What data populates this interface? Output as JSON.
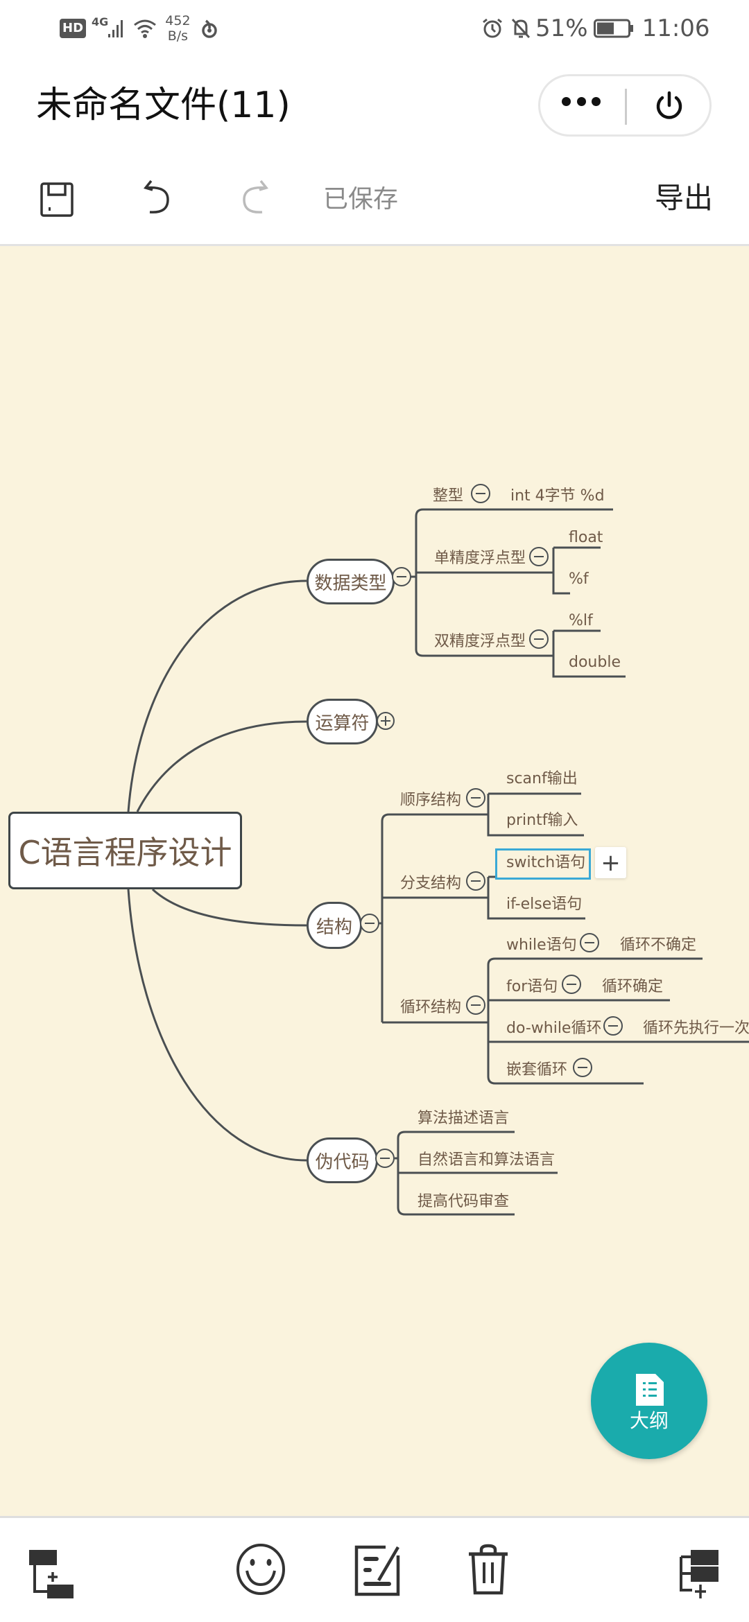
{
  "status_bar": {
    "hd": "HD",
    "network": "4G",
    "speed_value": "452",
    "speed_unit": "B/s",
    "battery": "51%",
    "time": "11:06"
  },
  "title_bar": {
    "title": "未命名文件(11)",
    "more_icon": "more-dots-icon",
    "power_icon": "power-icon"
  },
  "toolbar": {
    "save_icon": "save-icon",
    "undo_icon": "undo-icon",
    "redo_icon": "redo-icon",
    "status": "已保存",
    "export_label": "导出"
  },
  "mindmap": {
    "root": "C语言程序设计",
    "branches": {
      "data_types": {
        "label": "数据类型",
        "int": {
          "label": "整型",
          "note": "int  4字节 %d"
        },
        "float": {
          "label": "单精度浮点型",
          "children": [
            "float",
            "%f"
          ]
        },
        "double": {
          "label": "双精度浮点型",
          "children": [
            "%lf",
            "double"
          ]
        }
      },
      "operators": {
        "label": "运算符",
        "collapsed": true
      },
      "structure": {
        "label": "结构",
        "sequential": {
          "label": "顺序结构",
          "children": [
            "scanf输出",
            "printf输入"
          ]
        },
        "branch": {
          "label": "分支结构",
          "children": [
            "switch语句",
            "if-else语句"
          ]
        },
        "loop": {
          "label": "循环结构",
          "while": {
            "label": "while语句",
            "note": "循环不确定"
          },
          "for": {
            "label": "for语句",
            "note": "循环确定"
          },
          "dowhile": {
            "label": "do-while循环",
            "note": "循环先执行一次"
          },
          "nested": {
            "label": "嵌套循环"
          }
        }
      },
      "pseudocode": {
        "label": "伪代码",
        "children": [
          "算法描述语言",
          "自然语言和算法语言",
          "提高代码审查"
        ]
      }
    },
    "selected_node": "switch语句",
    "add_button": "+"
  },
  "fab": {
    "label": "大纲",
    "color": "#1aabac"
  },
  "bottom_bar": {
    "icons": [
      "add-child-node-icon",
      "emoji-icon",
      "note-edit-icon",
      "trash-icon",
      "add-sibling-node-icon"
    ]
  },
  "colors": {
    "canvas_bg": "#faf3dd",
    "node_text": "#6f5a48",
    "line": "#4a4f52",
    "selection": "#3aa9d6"
  }
}
